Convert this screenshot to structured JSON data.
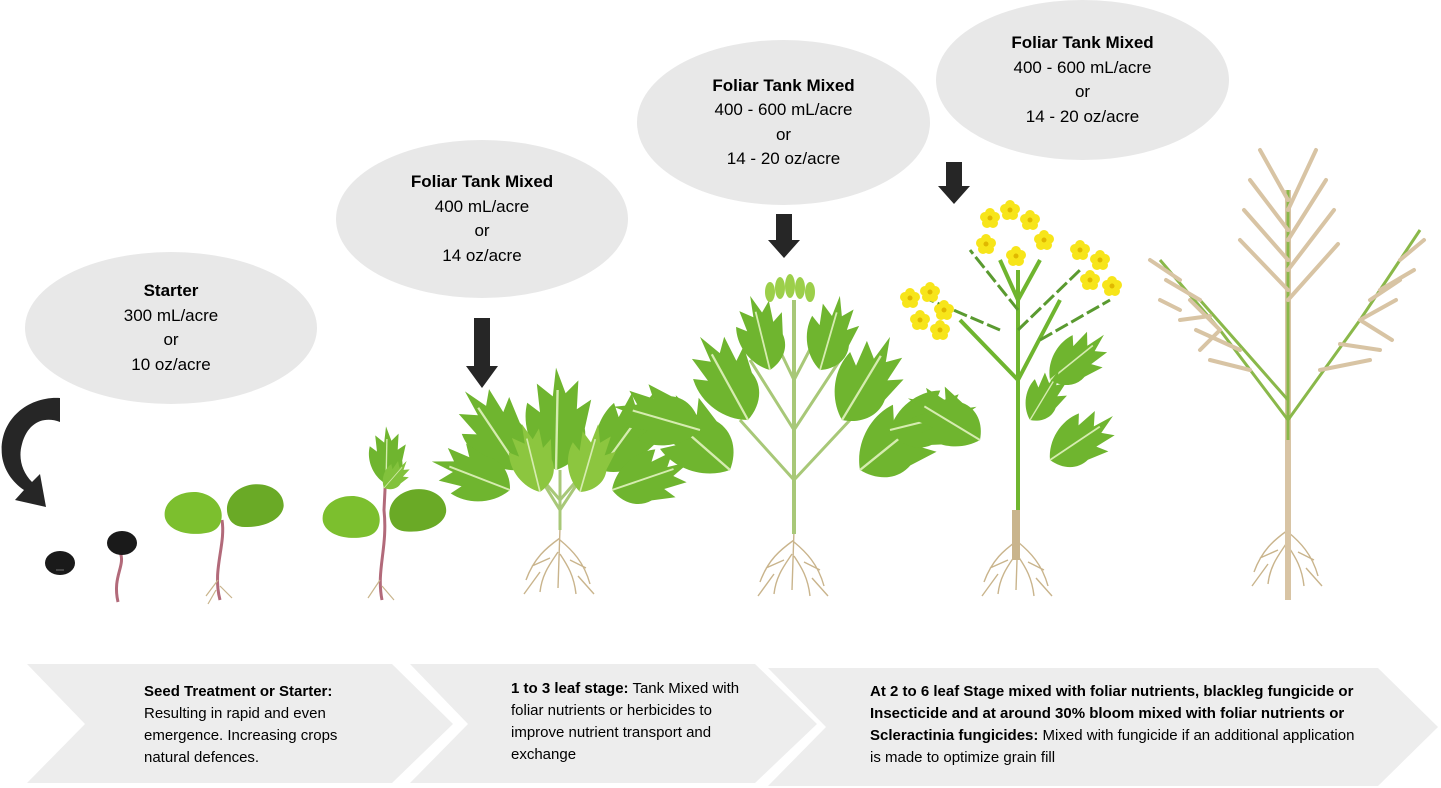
{
  "bubbles": [
    {
      "title": "Starter",
      "rate": "300 mL/acre",
      "or": "or",
      "alt": "10 oz/acre"
    },
    {
      "title": "Foliar Tank Mixed",
      "rate": "400 mL/acre",
      "or": "or",
      "alt": "14 oz/acre"
    },
    {
      "title": "Foliar Tank Mixed",
      "rate": "400 - 600 mL/acre",
      "or": "or",
      "alt": "14 - 20 oz/acre"
    },
    {
      "title": "Foliar Tank Mixed",
      "rate": "400 - 600 mL/acre",
      "or": "or",
      "alt": "14 - 20 oz/acre"
    }
  ],
  "steps": [
    {
      "bold": "Seed Treatment or Starter:",
      "text": "Resulting in rapid and even emergence. Increasing crops natural defences."
    },
    {
      "bold": "1 to 3 leaf stage:",
      "text": " Tank Mixed with foliar nutrients or herbicides to improve nutrient transport and exchange"
    },
    {
      "bold": "At 2 to 6 leaf Stage mixed with foliar nutrients, blackleg fungicide or Insecticide and at around 30% bloom mixed with foliar nutrients or Scleractinia fungicides:",
      "text": " Mixed with fungicide if an additional application is made to optimize grain fill"
    }
  ],
  "colors": {
    "bubble": "#e8e8e8",
    "chevron": "#ededed",
    "arrow": "#262626",
    "leaf": "#6fb52f",
    "leaf_light": "#9ccf4a",
    "stem": "#a8c878",
    "root": "#c9b48c",
    "flower": "#f7e51a",
    "dry": "#d8c4a4",
    "seed": "#1a1a1a"
  },
  "icons": [
    "curved-arrow-icon",
    "down-arrow-icon"
  ]
}
